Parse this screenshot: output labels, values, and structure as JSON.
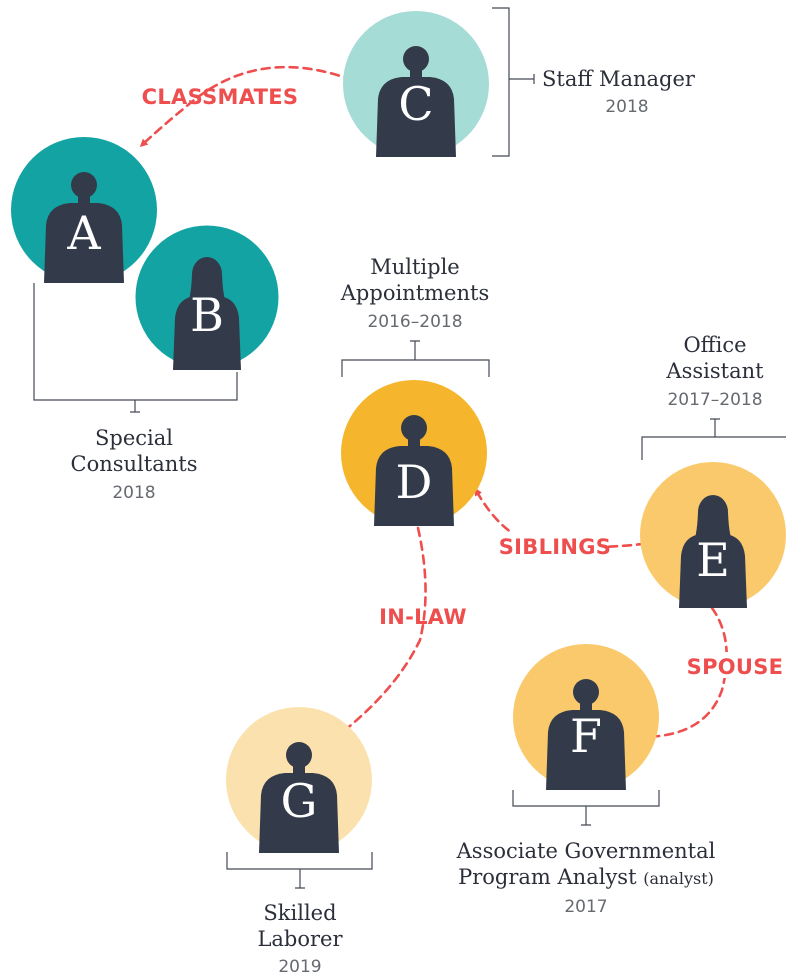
{
  "colors": {
    "teal_light": "#a6dcd6",
    "teal": "#14a3a3",
    "gold": "#f5b52c",
    "gold_light": "#f9c96b",
    "peach": "#fbe1ae",
    "silhouette": "#333b4a",
    "relation_red": "#ee4e4e"
  },
  "people": {
    "A": {
      "letter": "A",
      "color": "teal"
    },
    "B": {
      "letter": "B",
      "color": "teal"
    },
    "C": {
      "letter": "C",
      "color": "teal_light"
    },
    "D": {
      "letter": "D",
      "color": "gold"
    },
    "E": {
      "letter": "E",
      "color": "gold_light"
    },
    "F": {
      "letter": "F",
      "color": "gold_light"
    },
    "G": {
      "letter": "G",
      "color": "peach"
    }
  },
  "positions": {
    "staff_manager": {
      "title": "Staff Manager",
      "years": "2018"
    },
    "special_consultants": {
      "title_line1": "Special",
      "title_line2": "Consultants",
      "years": "2018"
    },
    "multiple_appointments": {
      "title_line1": "Multiple",
      "title_line2": "Appointments",
      "years": "2016–2018"
    },
    "office_assistant": {
      "title_line1": "Office",
      "title_line2": "Assistant",
      "years": "2017–2018"
    },
    "agpa": {
      "title_line1": "Associate Governmental",
      "title_line2": "Program Analyst",
      "title_suffix": "(analyst)",
      "years": "2017"
    },
    "skilled_laborer": {
      "title_line1": "Skilled",
      "title_line2": "Laborer",
      "years": "2019"
    }
  },
  "relationships": {
    "classmates": "CLASSMATES",
    "siblings": "SIBLINGS",
    "in_law": "IN-LAW",
    "spouse": "SPOUSE"
  }
}
